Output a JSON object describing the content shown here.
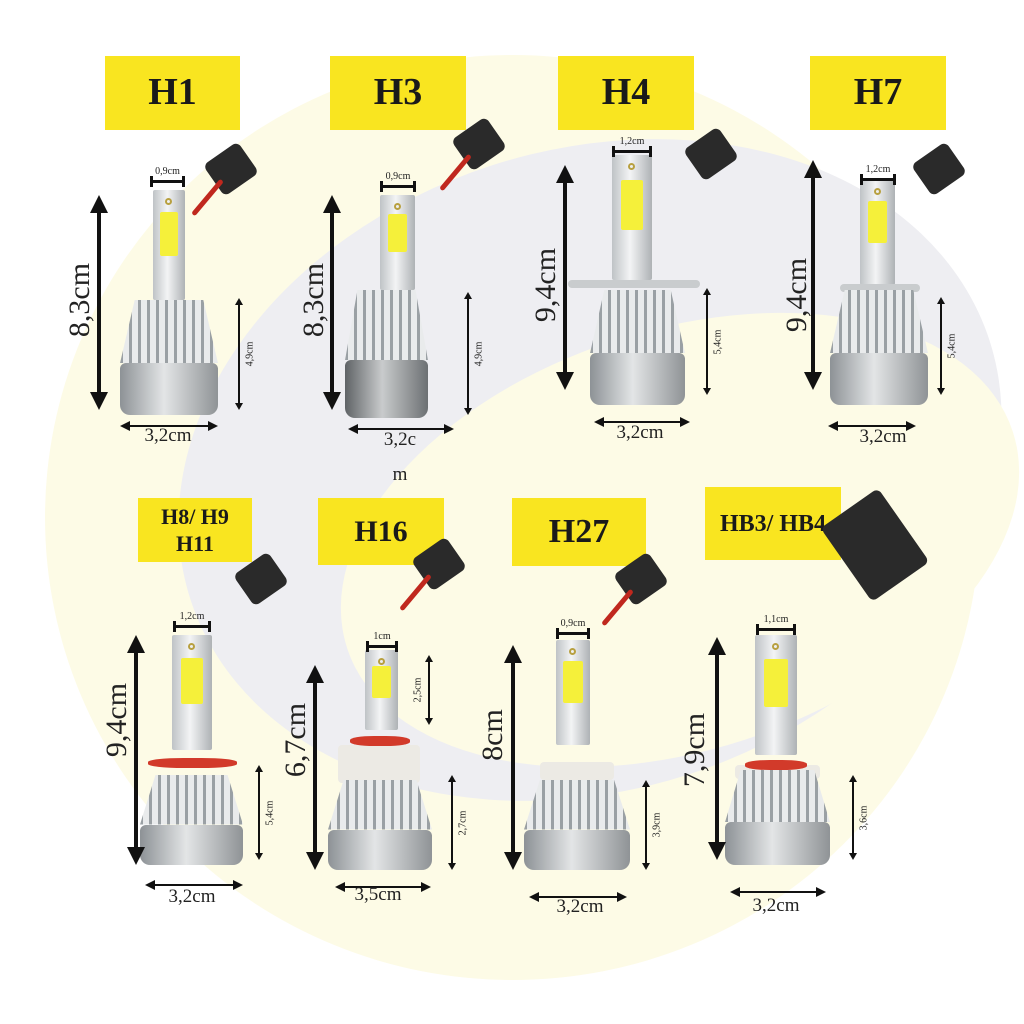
{
  "colors": {
    "label_bg": "#f9e520",
    "background_circle": "#fdfbe6"
  },
  "bulbs": [
    {
      "model": "H1",
      "height": "8,3cm",
      "width": "3,2cm",
      "top_width": "0,9cm",
      "side": "4,9cm"
    },
    {
      "model": "H3",
      "height": "8,3cm",
      "width": "3,2c",
      "width_suffix": "m",
      "top_width": "0,9cm",
      "side": "4,9cm"
    },
    {
      "model": "H4",
      "height": "9,4cm",
      "width": "3,2cm",
      "top_width": "1,2cm",
      "side": "5,4cm"
    },
    {
      "model": "H7",
      "height": "9,4cm",
      "width": "3,2cm",
      "top_width": "1,2cm",
      "side": "5,4cm"
    },
    {
      "model": "H8/ H9",
      "model_line2": "H11",
      "height": "9,4cm",
      "width": "3,2cm",
      "top_width": "1,2cm",
      "side": "5,4cm"
    },
    {
      "model": "H16",
      "height": "6,7cm",
      "width": "3,5cm",
      "top_width": "1cm",
      "side": "2,7cm",
      "neck": "2,5cm"
    },
    {
      "model": "H27",
      "height": "8cm",
      "width": "3,2cm",
      "top_width": "0,9cm",
      "side": "3,9cm"
    },
    {
      "model": "HB3/ HB4",
      "height": "7,9cm",
      "width": "3,2cm",
      "top_width": "1,1cm",
      "side": "3,6cm"
    }
  ]
}
